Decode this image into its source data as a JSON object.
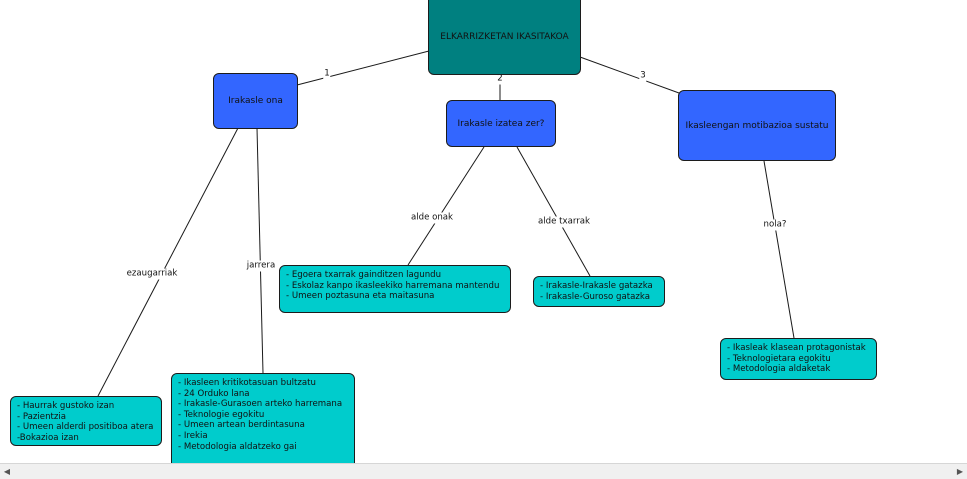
{
  "root": {
    "label": "ELKARRIZKETAN IKASITAKOA"
  },
  "topics": [
    {
      "label": "Irakasle ona",
      "edge_label": "1"
    },
    {
      "label": "Irakasle izatea zer?",
      "edge_label": "2"
    },
    {
      "label": "Ikasleengan motibazioa sustatu",
      "edge_label": "3"
    }
  ],
  "edges": {
    "ezaugarriak": "ezaugarriak",
    "jarrera": "jarrera",
    "alde_onak": "alde onak",
    "alde_txarrak": "alde txarrak",
    "nola": "nola?"
  },
  "leaves": {
    "ezaugarriak": [
      "- Haurrak gustoko izan",
      "- Pazientzia",
      "- Umeen alderdi positiboa atera",
      "-Bokazioa izan"
    ],
    "jarrera": [
      "- Ikasleen kritikotasuan bultzatu",
      "- 24 Orduko lana",
      "- Irakasle-Gurasoen arteko harremana",
      "- Teknologie egokitu",
      "- Umeen artean berdintasuna",
      "- Irekia",
      "- Metodologia aldatzeko gai"
    ],
    "alde_onak": [
      "- Egoera txarrak gainditzen lagundu",
      "- Eskolaz kanpo ikasleekiko harremana mantendu",
      "- Umeen poztasuna eta maitasuna"
    ],
    "alde_txarrak": [
      "- Irakasle-Irakasle gatazka",
      "- Irakasle-Guroso gatazka"
    ],
    "nola": [
      "- Ikasleak klasean protagonistak",
      "- Teknologietara egokitu",
      "- Metodologia aldaketak"
    ]
  },
  "scrollbar": {
    "left_icon": "scroll-left-arrow-icon",
    "right_icon": "scroll-right-arrow-icon"
  }
}
